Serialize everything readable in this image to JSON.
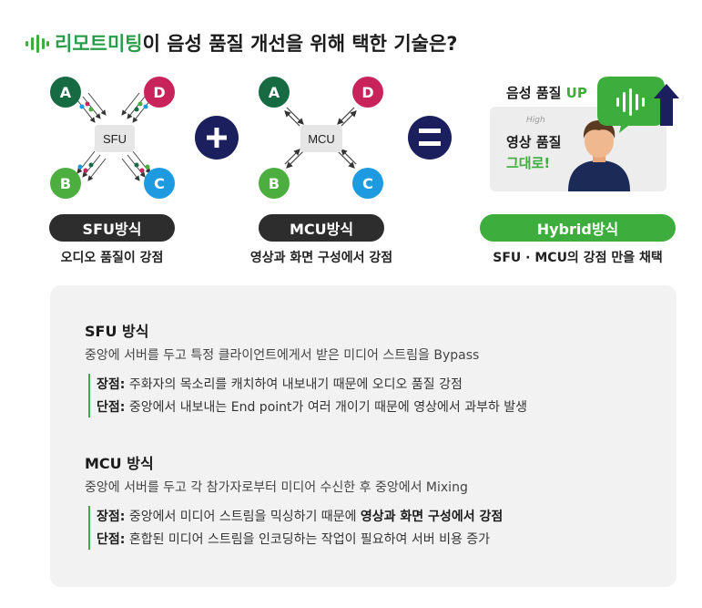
{
  "title": {
    "brand": "리모트미팅",
    "rest": "이 음성 품질 개선을 위해 택한 기술은?"
  },
  "colors": {
    "green": "#3dae3d",
    "dark_green": "#166b43",
    "crimson": "#c8235a",
    "light_green": "#4cae3f",
    "blue": "#1e9ae0",
    "dark": "#2d2d2d",
    "navy": "#1b1f5e",
    "panel": "#f2f2f2"
  },
  "diagram": {
    "sfu": {
      "center": "SFU",
      "nodes": [
        "A",
        "D",
        "B",
        "C"
      ],
      "pill": "SFU방식",
      "caption": "오디오 품질이 강점"
    },
    "plus": "+",
    "mcu": {
      "center": "MCU",
      "nodes": [
        "A",
        "D",
        "B",
        "C"
      ],
      "pill": "MCU방식",
      "caption": "영상과 화면 구성에서 강점"
    },
    "equals": "=",
    "hybrid": {
      "audio_label": "음성 품질",
      "audio_up": "UP",
      "video_label": "영상 품질",
      "video_keep": "그대로!",
      "handwritten": "High",
      "pill": "Hybrid방식",
      "caption": "SFU · MCU의 강점 만을 채택"
    }
  },
  "sections": [
    {
      "title": "SFU 방식",
      "desc": "중앙에 서버를 두고 특정 클라이언트에게서 받은 미디어 스트림을 Bypass",
      "pro_label": "장점:",
      "pro": "주화자의 목소리를 캐치하여 내보내기 때문에 오디오 품질 강점",
      "con_label": "단점:",
      "con": "중앙에서 내보내는 End point가 여러 개이기 때문에 영상에서 과부하 발생"
    },
    {
      "title": "MCU 방식",
      "desc": "중앙에 서버를 두고 각 참가자로부터 미디어 수신한 후 중앙에서 Mixing",
      "pro_label": "장점:",
      "pro": "중앙에서 미디어 스트림을 믹싱하기 때문에",
      "pro_strong": "영상과 화면 구성에서 강점",
      "con_label": "단점:",
      "con": "혼합된 미디어 스트림을 인코딩하는 작업이 필요하여 서버 비용 증가"
    }
  ]
}
